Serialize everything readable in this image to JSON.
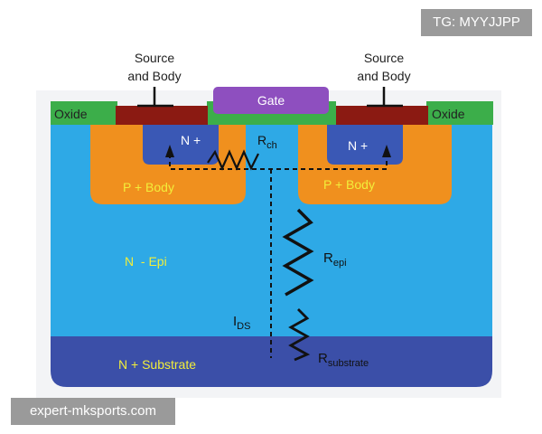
{
  "watermarks": {
    "top_right": "TG: MYYJJPP",
    "bottom_left": "expert-mksports.com"
  },
  "labels": {
    "source_body_left_line1": "Source",
    "source_body_left_line2": "and Body",
    "source_body_right_line1": "Source",
    "source_body_right_line2": "and Body",
    "gate": "Gate",
    "oxide_left": "Oxide",
    "oxide_right": "Oxide",
    "n_plus_left": "N +",
    "n_plus_right": "N +",
    "p_body_left": "P + Body",
    "p_body_right": "P + Body",
    "n_epi": "N  - Epi",
    "n_substrate": "N + Substrate",
    "r_ch": "R",
    "r_ch_sub": "ch",
    "r_epi": "R",
    "r_epi_sub": "epi",
    "r_substrate": "R",
    "r_substrate_sub": "substrate",
    "ids": "I",
    "ids_sub": "DS"
  },
  "colors": {
    "epi": "#2ea9e6",
    "substrate": "#3b4fa8",
    "p_body": "#f0901e",
    "n_plus": "#3a58b5",
    "oxide": "#3cae4a",
    "metal": "#8b1a12",
    "gate": "#8e4fbf",
    "label_yellow": "#f2ee3a",
    "label_white": "#ffffff"
  }
}
